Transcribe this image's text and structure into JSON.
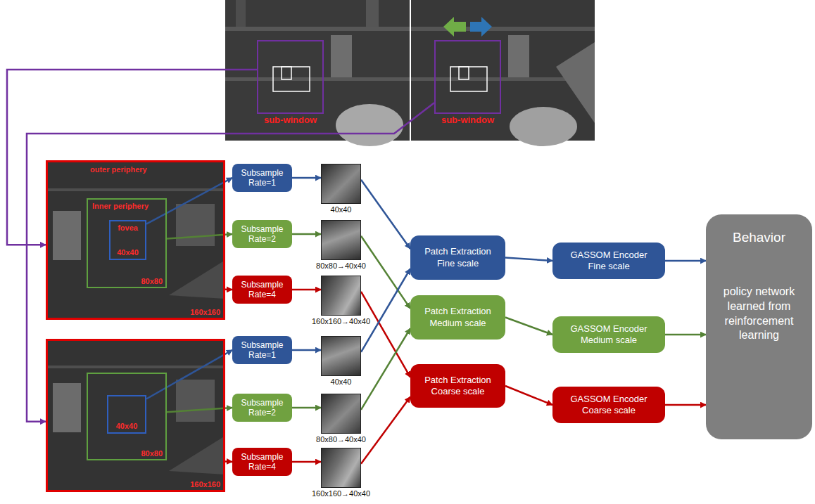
{
  "diagram": {
    "nodes": [
      {
        "text": [
          "sub-window"
        ]
      },
      {
        "text": [
          "sub-window"
        ]
      },
      {
        "text": [
          "outer periphery",
          "160x160"
        ]
      },
      {
        "text": [
          "Inner periphery",
          "80x80"
        ],
        "in": 2
      },
      {
        "text": [
          "fovea",
          "40x40"
        ],
        "in": 3
      },
      {
        "text": [
          "160x160"
        ]
      },
      {
        "text": [
          "80x80"
        ],
        "in": 5
      },
      {
        "text": [
          "40x40"
        ],
        "in": 6
      },
      {
        "text": [
          "Subsample Rate=1"
        ]
      },
      {
        "text": [
          "40x40"
        ]
      },
      {
        "text": [
          "Subsample Rate=2"
        ]
      },
      {
        "text": [
          "80x80→40x40"
        ]
      },
      {
        "text": [
          "Subsample Rate=4"
        ]
      },
      {
        "text": [
          "160x160→40x40"
        ]
      },
      {
        "text": [
          "Subsample Rate=1"
        ]
      },
      {
        "text": [
          "40x40"
        ]
      },
      {
        "text": [
          "Subsample Rate=2"
        ]
      },
      {
        "text": [
          "80x80→40x40"
        ]
      },
      {
        "text": [
          "Subsample Rate=4"
        ]
      },
      {
        "text": [
          "160x160→40x40"
        ]
      },
      {
        "text": [
          "Patch Extraction Fine scale"
        ]
      },
      {
        "text": [
          "GASSOM Encoder Fine scale"
        ]
      },
      {
        "text": [
          "Patch Extraction Medium scale"
        ]
      },
      {
        "text": [
          "GASSOM Encoder Medium scale"
        ]
      },
      {
        "text": [
          "Patch Extraction Coarse scale"
        ]
      },
      {
        "text": [
          "GASSOM Encoder Coarse scale"
        ]
      },
      {
        "text": [
          "Behavior",
          "policy network learned from reinforcement learning"
        ]
      }
    ],
    "edges": [
      {
        "from": 0,
        "to": 2,
        "arrow": "to"
      },
      {
        "from": 1,
        "to": 5,
        "arrow": "to"
      },
      {
        "from": 4,
        "to": 8,
        "arrow": "to"
      },
      {
        "from": 3,
        "to": 10,
        "arrow": "to"
      },
      {
        "from": 2,
        "to": 12,
        "arrow": "to"
      },
      {
        "from": 7,
        "to": 14,
        "arrow": "to"
      },
      {
        "from": 6,
        "to": 16,
        "arrow": "to"
      },
      {
        "from": 5,
        "to": 18,
        "arrow": "to"
      },
      {
        "from": 8,
        "to": 9,
        "arrow": "to"
      },
      {
        "from": 10,
        "to": 11,
        "arrow": "to"
      },
      {
        "from": 12,
        "to": 13,
        "arrow": "to"
      },
      {
        "from": 14,
        "to": 15,
        "arrow": "to"
      },
      {
        "from": 16,
        "to": 17,
        "arrow": "to"
      },
      {
        "from": 18,
        "to": 19,
        "arrow": "to"
      },
      {
        "from": 9,
        "to": 20,
        "arrow": "to"
      },
      {
        "from": 11,
        "to": 22,
        "arrow": "to"
      },
      {
        "from": 13,
        "to": 24,
        "arrow": "to"
      },
      {
        "from": 15,
        "to": 20,
        "arrow": "to"
      },
      {
        "from": 17,
        "to": 22,
        "arrow": "to"
      },
      {
        "from": 19,
        "to": 24,
        "arrow": "to"
      },
      {
        "from": 20,
        "to": 21,
        "arrow": "to"
      },
      {
        "from": 22,
        "to": 23,
        "arrow": "to"
      },
      {
        "from": 24,
        "to": 25,
        "arrow": "to"
      },
      {
        "from": 21,
        "to": 26,
        "arrow": "to"
      },
      {
        "from": 23,
        "to": 26,
        "arrow": "to"
      },
      {
        "from": 25,
        "to": 26,
        "arrow": "to"
      }
    ]
  }
}
